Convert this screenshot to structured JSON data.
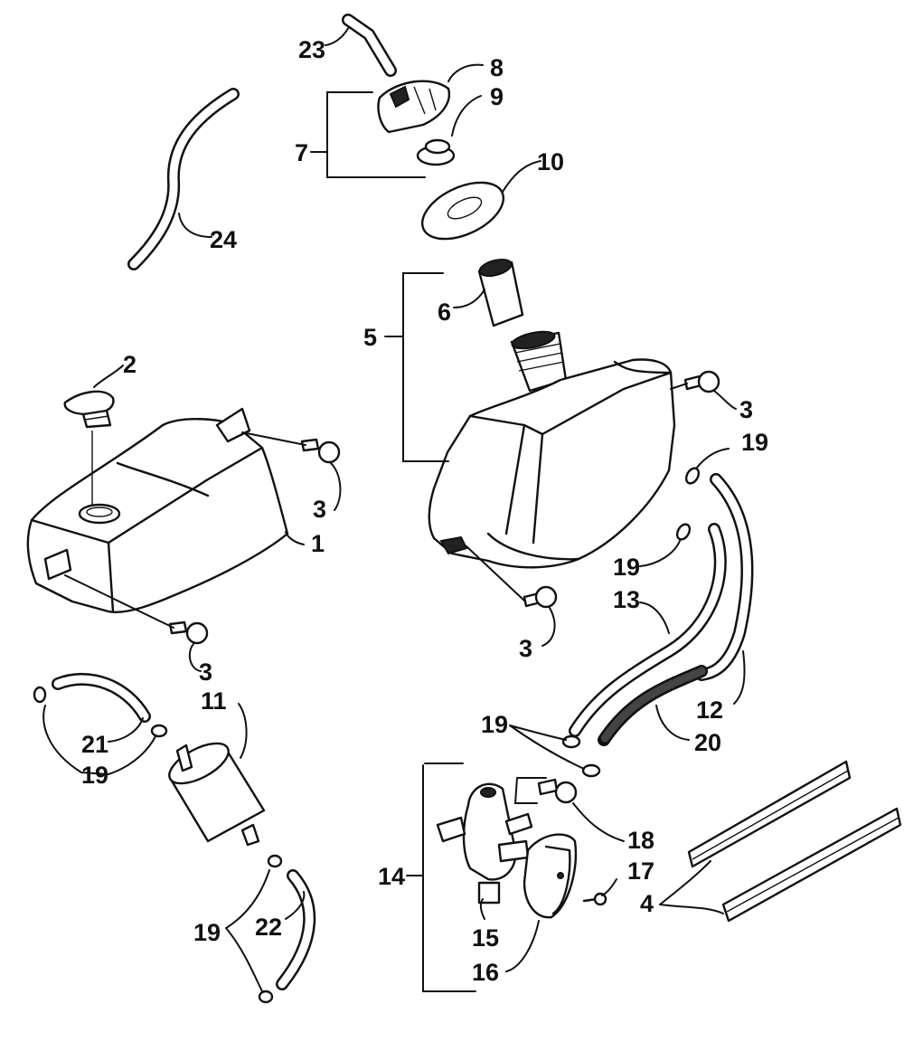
{
  "diagram": {
    "callouts": {
      "c1": "1",
      "c2": "2",
      "c3a": "3",
      "c3b": "3",
      "c3c": "3",
      "c3d": "3",
      "c4": "4",
      "c5": "5",
      "c6": "6",
      "c7": "7",
      "c8": "8",
      "c9": "9",
      "c10": "10",
      "c11": "11",
      "c12": "12",
      "c13": "13",
      "c14": "14",
      "c15": "15",
      "c16": "16",
      "c17": "17",
      "c18": "18",
      "c19a": "19",
      "c19b": "19",
      "c19c": "19",
      "c19d": "19",
      "c19e": "19",
      "c20": "20",
      "c21": "21",
      "c22": "22",
      "c23": "23",
      "c24": "24"
    },
    "colors": {
      "ink": "#111111",
      "paper": "#ffffff"
    }
  }
}
